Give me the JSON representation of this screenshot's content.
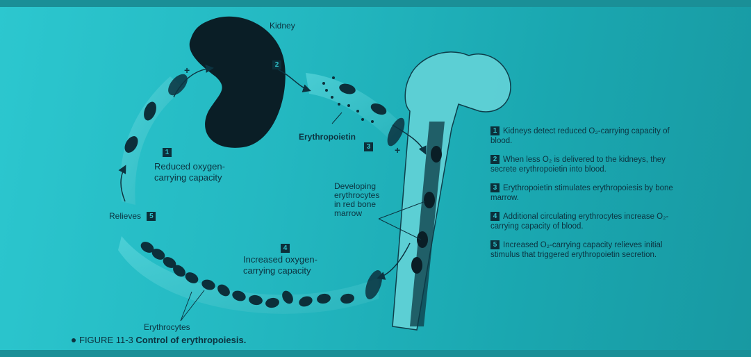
{
  "diagram": {
    "labels": {
      "kidney": "Kidney",
      "erythropoietin": "Erythropoietin",
      "reduced": "Reduced oxygen-\ncarrying capacity",
      "increased": "Increased oxygen-\ncarrying capacity",
      "relieves": "Relieves",
      "developing": "Developing\nerythrocytes\nin red bone\nmarrow",
      "erythrocytes": "Erythrocytes"
    },
    "badges": {
      "b1": "1",
      "b2": "2",
      "b3": "3",
      "b4": "4",
      "b5": "5"
    },
    "plus": "+"
  },
  "steps": [
    {
      "num": "1",
      "text": "Kidneys detect reduced O₂-carrying capacity of blood."
    },
    {
      "num": "2",
      "text": "When less O₂ is delivered to the kidneys, they secrete erythropoietin into blood."
    },
    {
      "num": "3",
      "text": "Erythropoietin stimulates erythropoiesis by bone marrow."
    },
    {
      "num": "4",
      "text": "Additional circulating erythrocytes increase O₂-carrying capacity of blood."
    },
    {
      "num": "5",
      "text": "Increased O₂-carrying capacity relieves initial stimulus that triggered erythropoietin secretion."
    }
  ],
  "caption": {
    "figure": "FIGURE 11-3",
    "title": "Control of erythropoiesis."
  },
  "colors": {
    "background": "#24b9c2",
    "ink": "#0c3340",
    "kidney": "#0a1e26",
    "vessel": "#4fd0d6"
  }
}
